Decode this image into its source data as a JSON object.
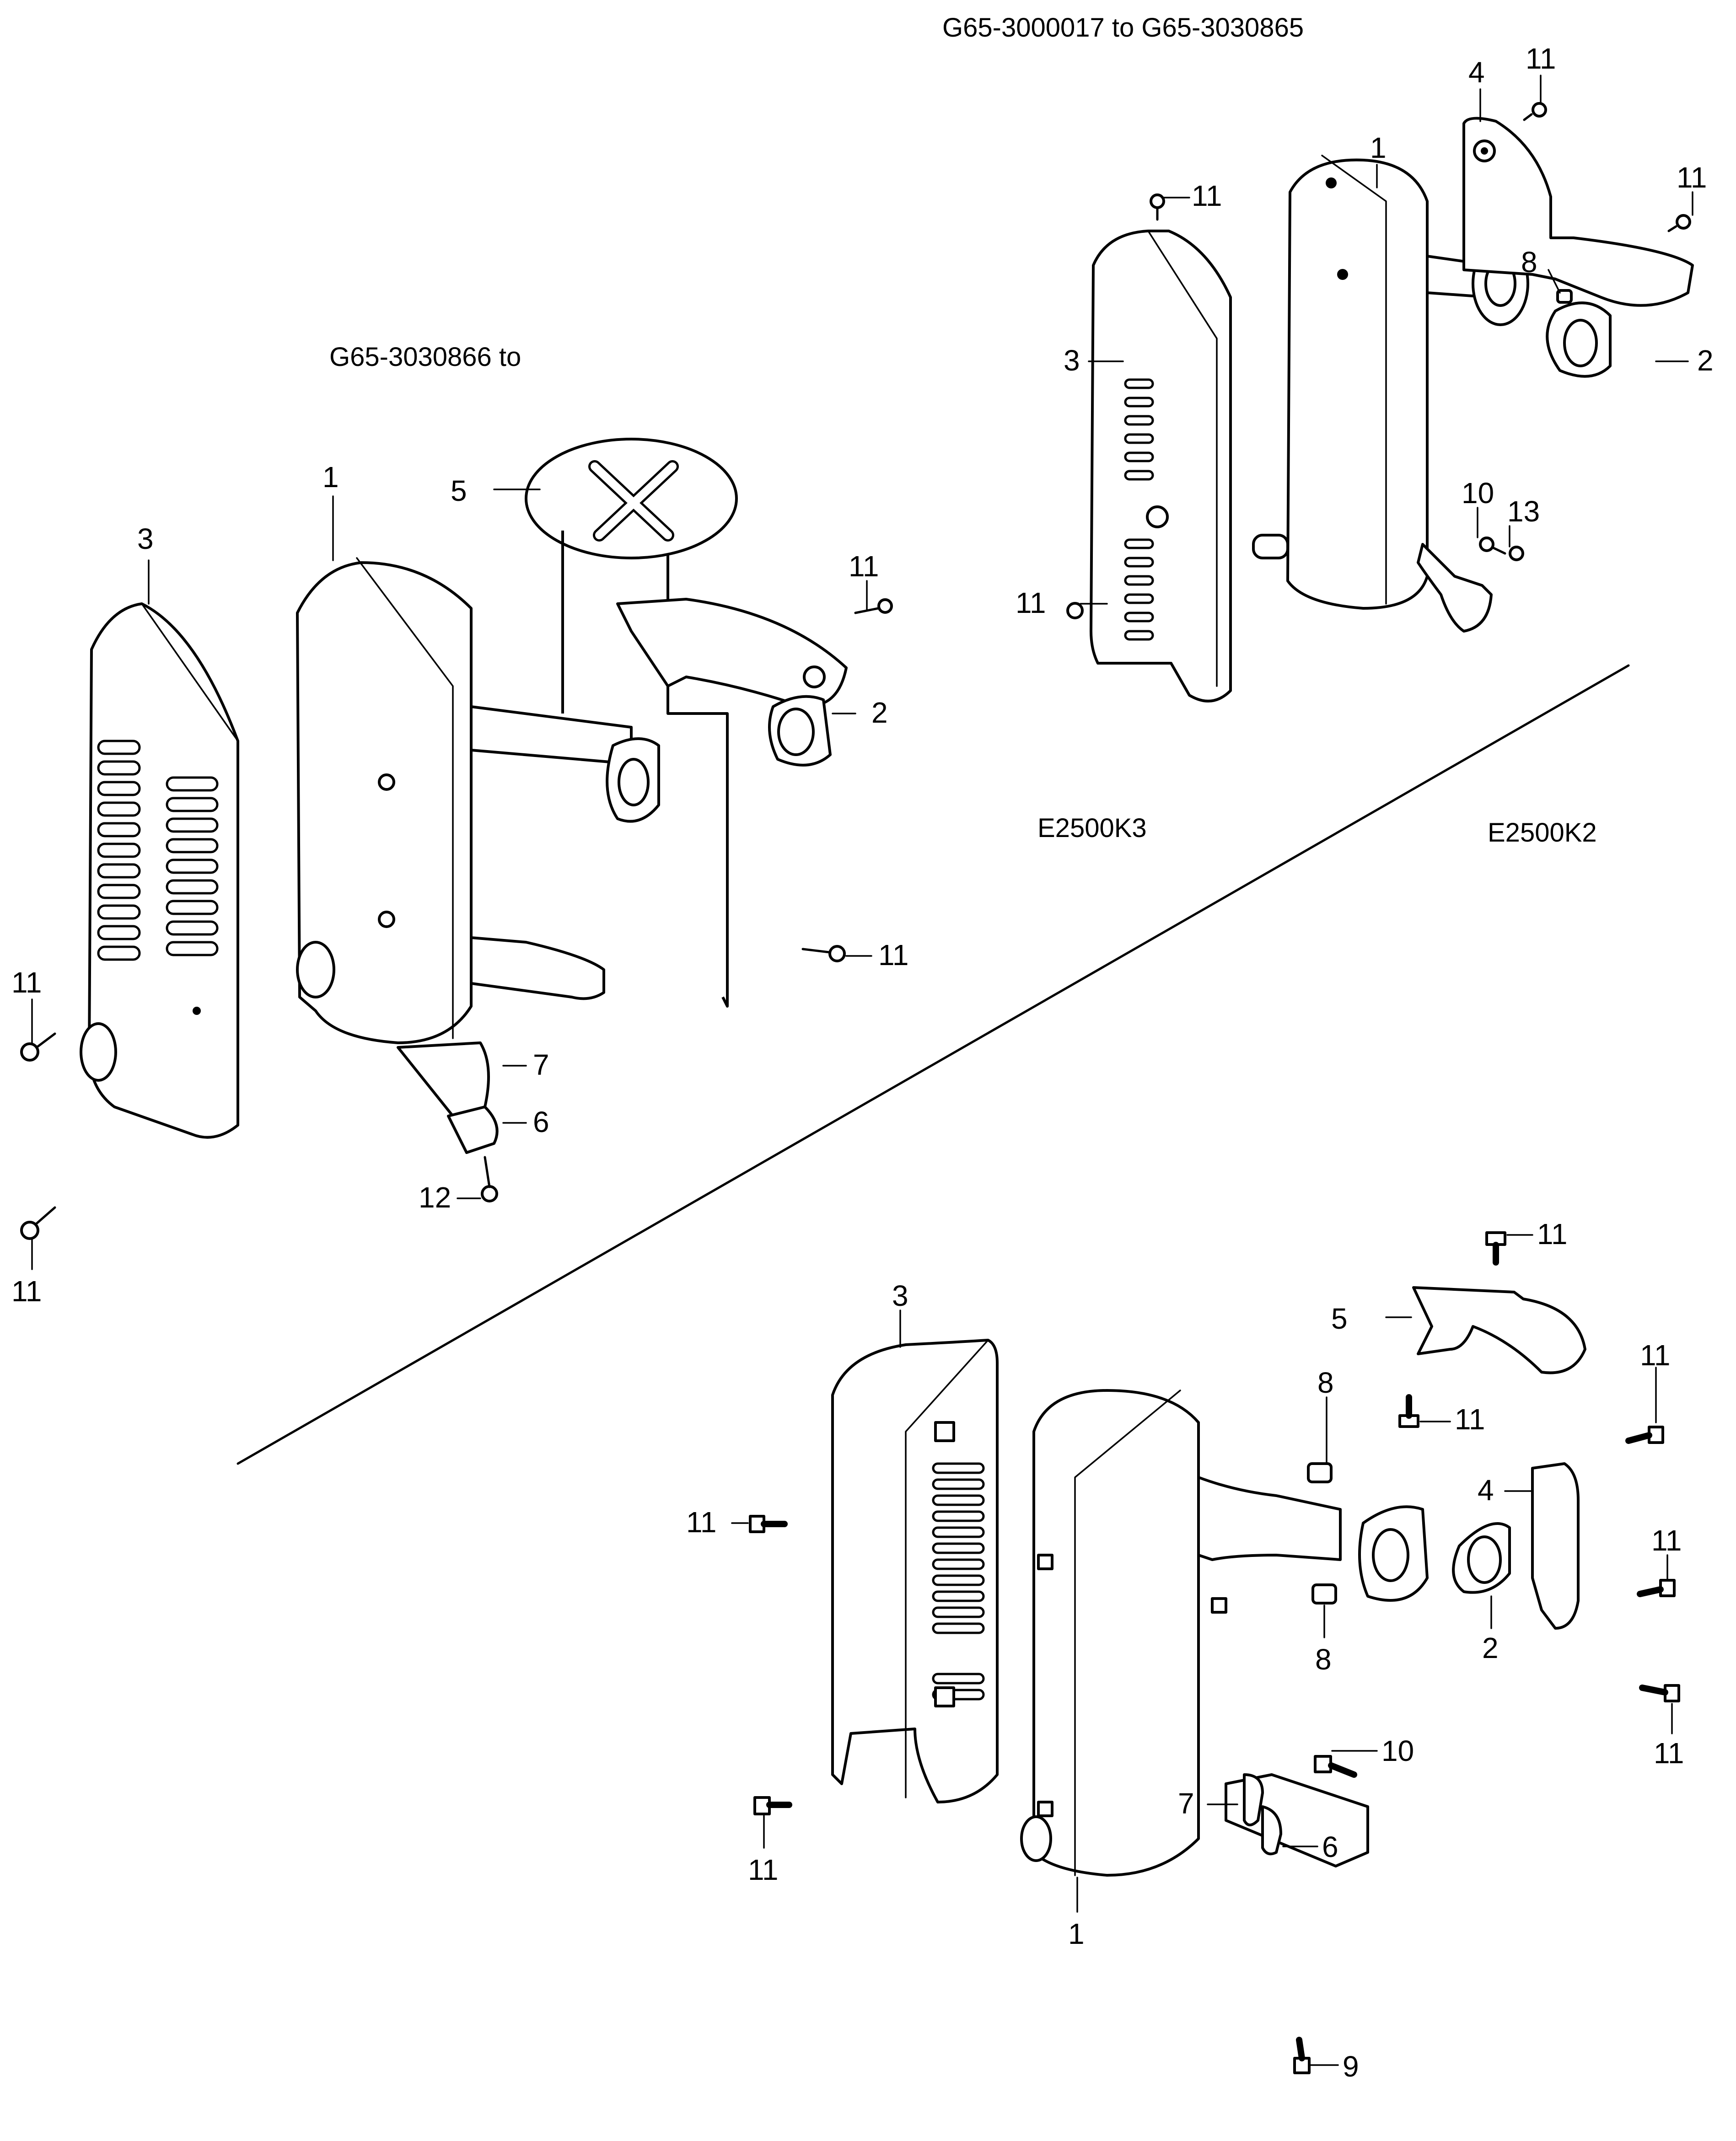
{
  "headers": {
    "top_right_serial_range": "G65-3000017  to  G65-3030865",
    "left_serial_range": "G65-3030866  to",
    "model_e2500k3": "E2500K3",
    "model_e2500k2": "E2500K2"
  },
  "diagram_a": {
    "name": "G65-3000017 to G65-3030865",
    "callouts": {
      "c4": "4",
      "c11_top": "11",
      "c11_right": "11",
      "c1": "1",
      "c11_cover_top": "11",
      "c8": "8",
      "c3": "3",
      "c2": "2",
      "c10": "10",
      "c13": "13",
      "c11_cover_bottom": "11"
    }
  },
  "diagram_b": {
    "name": "G65-3030866 to",
    "callouts": {
      "c1": "1",
      "c5": "5",
      "c3": "3",
      "c11_right_top": "11",
      "c2": "2",
      "c11_right_bottom": "11",
      "c11_left_mid": "11",
      "c7": "7",
      "c6": "6",
      "c12": "12",
      "c11_left_bottom": "11"
    }
  },
  "diagram_c": {
    "name": "E2500K2",
    "callouts": {
      "c3": "3",
      "c11_top": "11",
      "c5": "5",
      "c11_under5": "11",
      "c11_right1": "11",
      "c8_top": "8",
      "c4": "4",
      "c11_left": "11",
      "c11_right2": "11",
      "c8_bottom": "8",
      "c2": "2",
      "c11_right3": "11",
      "c10": "10",
      "c11_bottom_left": "11",
      "c7": "7",
      "c1": "1",
      "c6": "6",
      "c9": "9"
    }
  }
}
